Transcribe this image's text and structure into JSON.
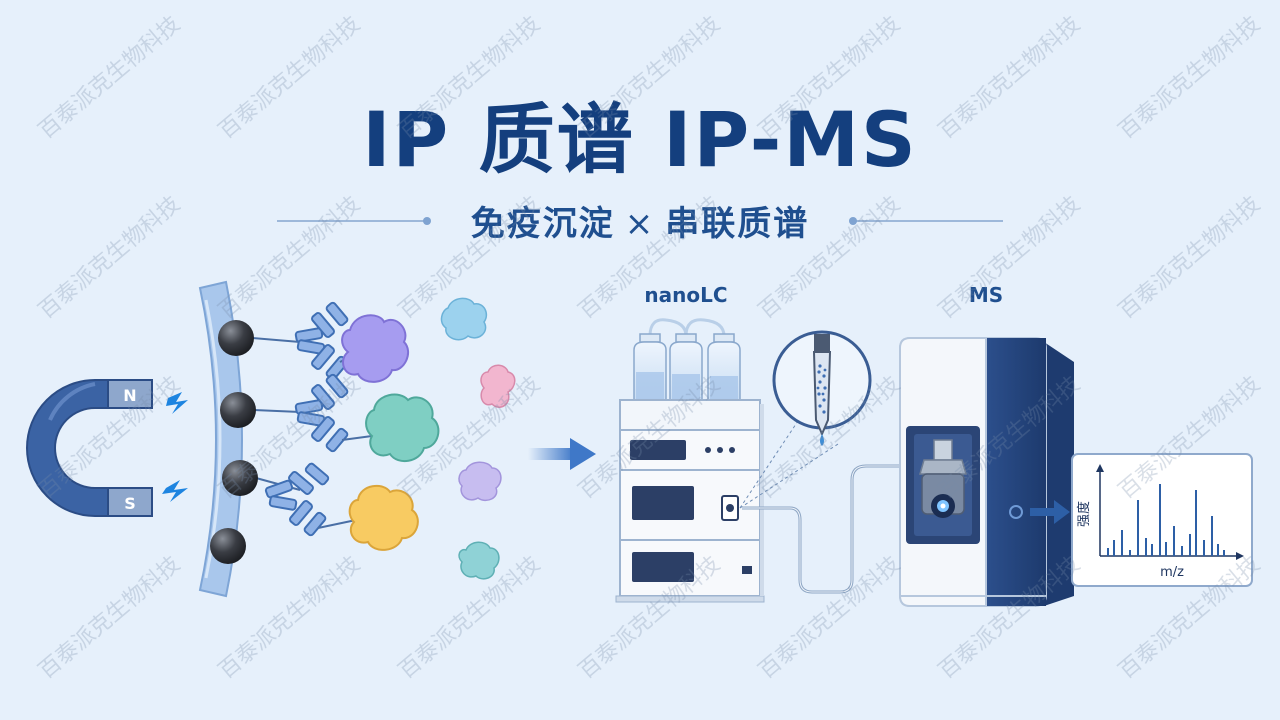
{
  "title": "IP 质谱 IP-MS",
  "subtitle": {
    "left": "免疫沉淀",
    "separator": "×",
    "right": "串联质谱"
  },
  "labels": {
    "magnet_north": "N",
    "magnet_south": "S",
    "nanolc": "nanoLC",
    "ms": "MS",
    "spectrum_y": "强度",
    "spectrum_x": "m/z"
  },
  "watermark": "百泰派克生物科技",
  "colors": {
    "background": "#e6f0fb",
    "title": "#143f7e",
    "accent_blue": "#2d5fa6",
    "magnet_blue": "#3b63a4",
    "antibody": "#5f8fd4",
    "protein_purple": "#9b8fe6",
    "protein_teal": "#6bc4b8",
    "protein_yellow": "#f7c85a"
  }
}
